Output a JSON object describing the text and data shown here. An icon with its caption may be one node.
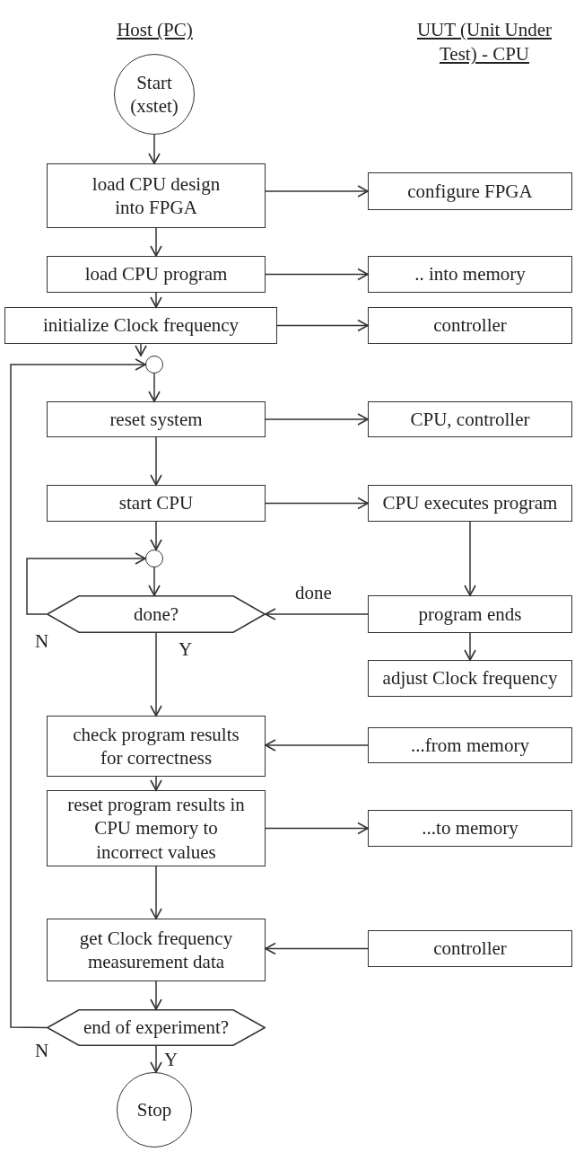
{
  "diagram": {
    "nodes": [
      {
        "text": [
          "Start (xstet)"
        ]
      },
      {
        "text": [
          "load CPU design into FPGA"
        ]
      },
      {
        "text": [
          "configure FPGA"
        ]
      },
      {
        "text": [
          "load CPU program"
        ]
      },
      {
        "text": [
          ".. into memory"
        ]
      },
      {
        "text": [
          "initialize Clock frequency"
        ]
      },
      {
        "text": [
          "controller"
        ]
      },
      {
        "text": [],
        "shape": "circle"
      },
      {
        "text": [
          "reset system"
        ]
      },
      {
        "text": [
          "CPU, controller"
        ]
      },
      {
        "text": [
          "start CPU"
        ]
      },
      {
        "text": [
          "CPU executes program"
        ]
      },
      {
        "text": [],
        "shape": "circle"
      },
      {
        "text": [
          "done?"
        ]
      },
      {
        "text": [
          "program ends"
        ]
      },
      {
        "text": [
          "adjust Clock frequency"
        ]
      },
      {
        "text": [
          "check program results for correctness"
        ]
      },
      {
        "text": [
          "...from memory"
        ]
      },
      {
        "text": [
          "reset program results in CPU memory to incorrect values"
        ]
      },
      {
        "text": [
          "...to memory"
        ]
      },
      {
        "text": [
          "get Clock frequency measurement data"
        ]
      },
      {
        "text": [
          "controller"
        ]
      },
      {
        "text": [
          "end of experiment?"
        ]
      },
      {
        "text": [
          "Stop"
        ]
      }
    ],
    "edges": [
      {
        "from": 0,
        "to": 1,
        "arrow": "to"
      },
      {
        "from": 1,
        "to": 2,
        "arrow": "to"
      },
      {
        "from": 1,
        "to": 3,
        "arrow": "to"
      },
      {
        "from": 3,
        "to": 4,
        "arrow": "to"
      },
      {
        "from": 3,
        "to": 5,
        "arrow": "to"
      },
      {
        "from": 5,
        "to": 6,
        "arrow": "to"
      },
      {
        "from": 5,
        "to": 7,
        "arrow": "to"
      },
      {
        "from": 7,
        "to": 8,
        "arrow": "to"
      },
      {
        "from": 8,
        "to": 9,
        "arrow": "to"
      },
      {
        "from": 8,
        "to": 10,
        "arrow": "to"
      },
      {
        "from": 10,
        "to": 11,
        "arrow": "to"
      },
      {
        "from": 10,
        "to": 12,
        "arrow": "to"
      },
      {
        "from": 12,
        "to": 13,
        "arrow": "to"
      },
      {
        "from": 13,
        "to": 12,
        "arrow": "to",
        "label": "N"
      },
      {
        "from": 11,
        "to": 14,
        "arrow": "to"
      },
      {
        "from": 14,
        "to": 13,
        "arrow": "to",
        "label": "done"
      },
      {
        "from": 14,
        "to": 15,
        "arrow": "to"
      },
      {
        "from": 13,
        "to": 16,
        "arrow": "to",
        "label": "Y"
      },
      {
        "from": 17,
        "to": 16,
        "arrow": "to"
      },
      {
        "from": 16,
        "to": 18,
        "arrow": "to"
      },
      {
        "from": 18,
        "to": 19,
        "arrow": "to"
      },
      {
        "from": 18,
        "to": 20,
        "arrow": "to"
      },
      {
        "from": 21,
        "to": 20,
        "arrow": "to"
      },
      {
        "from": 20,
        "to": 22,
        "arrow": "to"
      },
      {
        "from": 22,
        "to": 7,
        "arrow": "to",
        "label": "N"
      },
      {
        "from": 22,
        "to": 23,
        "arrow": "to",
        "label": "Y"
      }
    ],
    "labels": [
      "Host (PC)",
      "UUT (Unit Under Test) - CPU"
    ]
  }
}
